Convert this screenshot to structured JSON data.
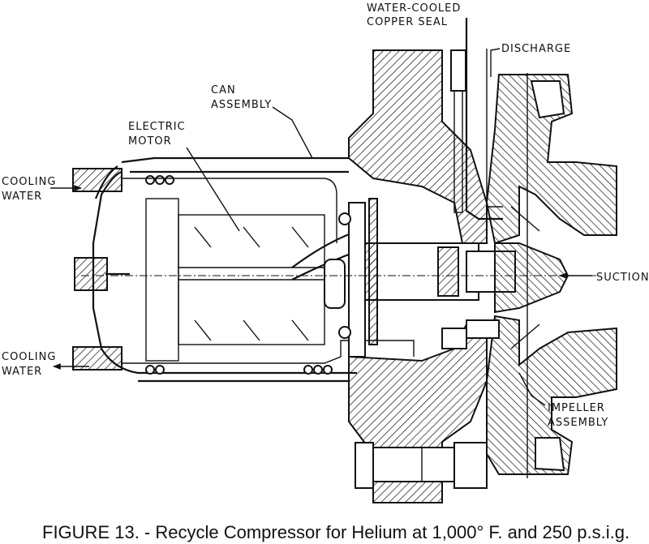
{
  "labels": {
    "water_cooled_seal_line1": "WATER-COOLED",
    "water_cooled_seal_line2": "COPPER SEAL",
    "discharge": "DISCHARGE",
    "can_assembly_line1": "CAN",
    "can_assembly_line2": "ASSEMBLY",
    "electric_motor_line1": "ELECTRIC",
    "electric_motor_line2": "MOTOR",
    "cooling_water_top_line1": "COOLING",
    "cooling_water_top_line2": "WATER",
    "cooling_water_bottom_line1": "COOLING",
    "cooling_water_bottom_line2": "WATER",
    "suction": "SUCTION",
    "impeller_assembly_line1": "IMPELLER",
    "impeller_assembly_line2": "ASSEMBLY"
  },
  "caption": "FIGURE 13. - Recycle Compressor for Helium at 1,000° F. and 250 p.s.i.g."
}
